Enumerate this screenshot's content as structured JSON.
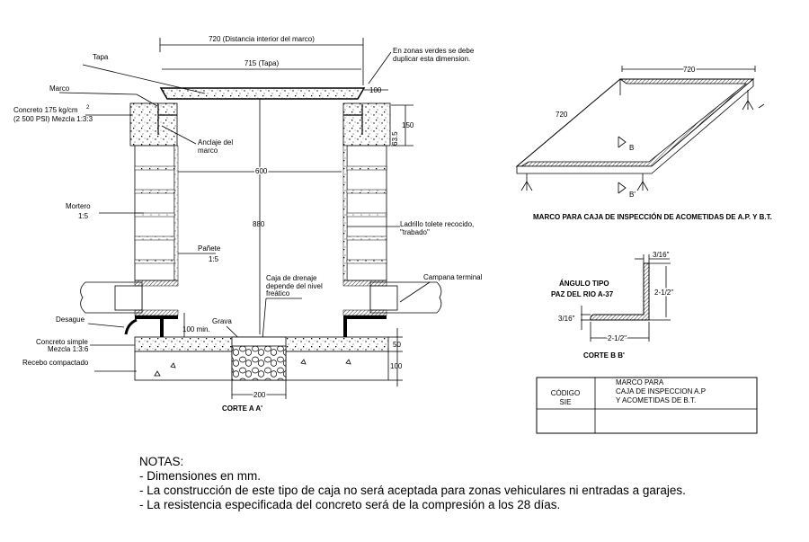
{
  "section_aa": {
    "dim_interior": "720 (Distancia interior del  marco)",
    "dim_tapa": "715 (Tapa)",
    "dim_100_top": "100",
    "note_green": [
      "En zonas verdes se debe",
      "duplicar esta dimension."
    ],
    "label_tapa": "Tapa",
    "label_marco": "Marco",
    "label_concreto": [
      "Concreto 175 kg/cm",
      "2",
      "(2 500 PSI) Mezcla 1:3:3"
    ],
    "label_anclaje": [
      "Anclaje del",
      "marco"
    ],
    "dim_150": "150",
    "dim_63_5": "63.5",
    "dim_600": "600",
    "dim_880": "880",
    "label_mortero": [
      "Mortero",
      "1:5"
    ],
    "label_panete": [
      "Pañete",
      "1:5"
    ],
    "label_ladrillo": [
      "Ladrillo tolete recocido,",
      "\"trabado\""
    ],
    "label_caja": [
      "Caja de drenaje",
      "depende del nivel",
      "freático"
    ],
    "label_campana": "Campana terminal",
    "label_desague": "Desague",
    "dim_100_min": "100 min.",
    "label_grava": "Grava",
    "label_concreto_simple": [
      "Concreto simple",
      "Mezcla 1:3:6"
    ],
    "label_recebo": "Recebo compactado",
    "dim_50": "50",
    "dim_100_bottom": "100",
    "dim_200": "200",
    "title": "CORTE A A'"
  },
  "frame_view": {
    "dim_720_top": "720",
    "dim_720_side": "720",
    "marker_b": "B",
    "marker_b_prime": "B'",
    "title": "MARCO PARA CAJA DE INSPECCIÓN DE ACOMETIDAS DE A.P. Y B.T."
  },
  "section_bb": {
    "angle_title": [
      "ÁNGULO TIPO",
      "PAZ DEL RIO A-37"
    ],
    "dim_thick_top": "3/16\"",
    "dim_height": "2-1/2\"",
    "dim_thick_left": "3/16\"",
    "dim_width": "2-1/2\"",
    "title": "CORTE B B'"
  },
  "title_block": {
    "code_label": [
      "CÓDIGO",
      "SIE"
    ],
    "description": [
      "MARCO PARA",
      "CAJA DE INSPECCION  A.P",
      "Y ACOMETIDAS DE B.T."
    ]
  },
  "notes": {
    "heading": "NOTAS:",
    "items": [
      "- Dimensiones en mm.",
      "- La construcción de este tipo de caja no será aceptada para zonas vehiculares ni entradas a garajes.",
      "- La resistencia especificada del concreto será de la compresión a los 28 días."
    ]
  }
}
